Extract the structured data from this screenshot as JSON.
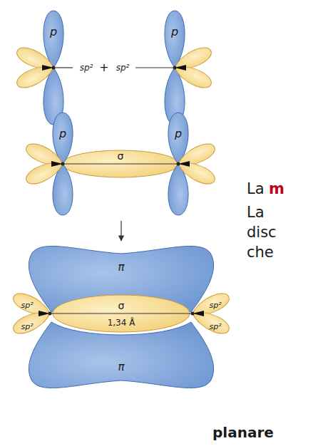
{
  "diagram": {
    "labels": [
      "p",
      "p",
      "sp²",
      "+",
      "sp²",
      "La",
      "m",
      "La",
      "disc",
      "che",
      "p",
      "p",
      "σ",
      "π",
      "π",
      "sp²",
      "sp²",
      "σ",
      "1,34 Å",
      "sp²",
      "sp²",
      "planare"
    ]
  }
}
